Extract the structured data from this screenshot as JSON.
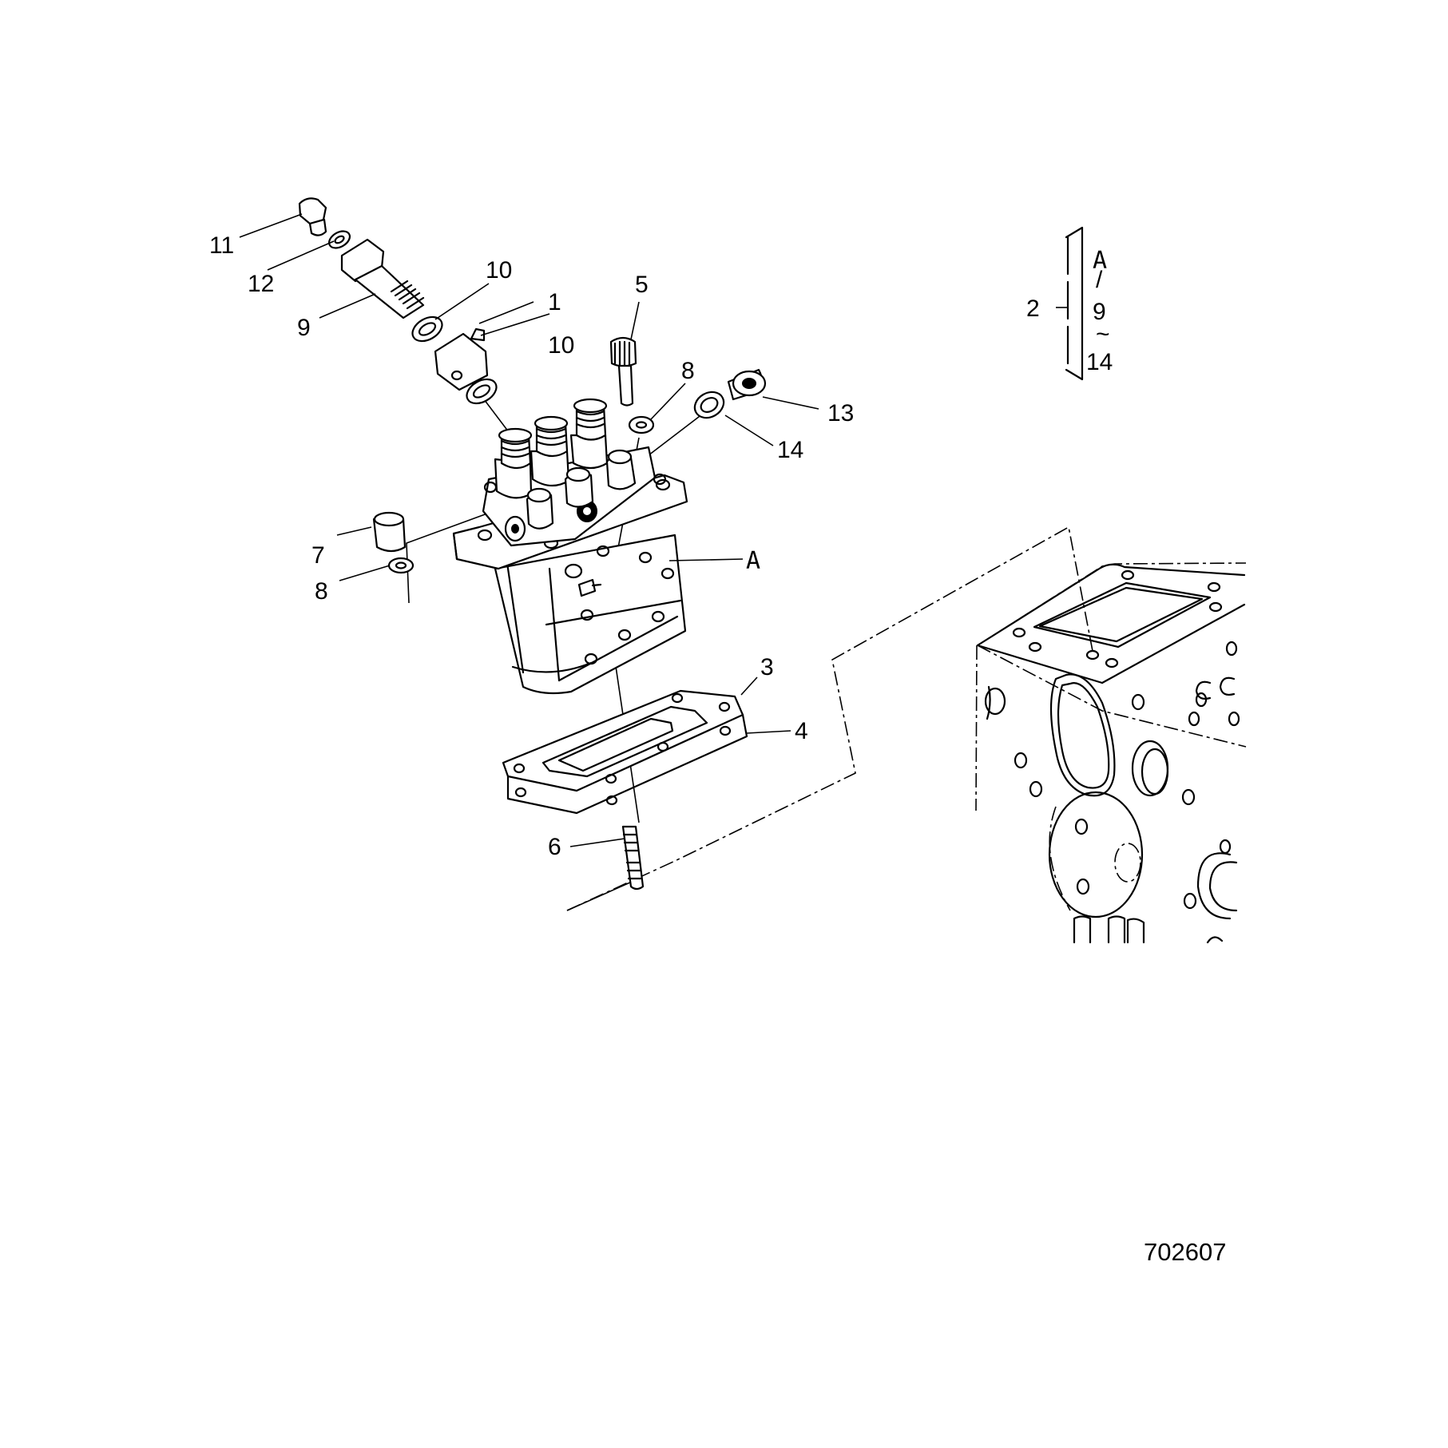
{
  "callouts": {
    "c1": "1",
    "c2": "2",
    "c3": "3",
    "c4": "4",
    "c5": "5",
    "c6": "6",
    "c7": "7",
    "c8a": "8",
    "c8b": "8",
    "c9": "9",
    "c10a": "10",
    "c10b": "10",
    "c11": "11",
    "c12": "12",
    "c13": "13",
    "c14": "14"
  },
  "view_marker": "A",
  "kit_legend": {
    "top": "A",
    "sep1": "/",
    "mid": "9",
    "sep2": "~",
    "bottom": "14"
  },
  "figure_number": "702607"
}
